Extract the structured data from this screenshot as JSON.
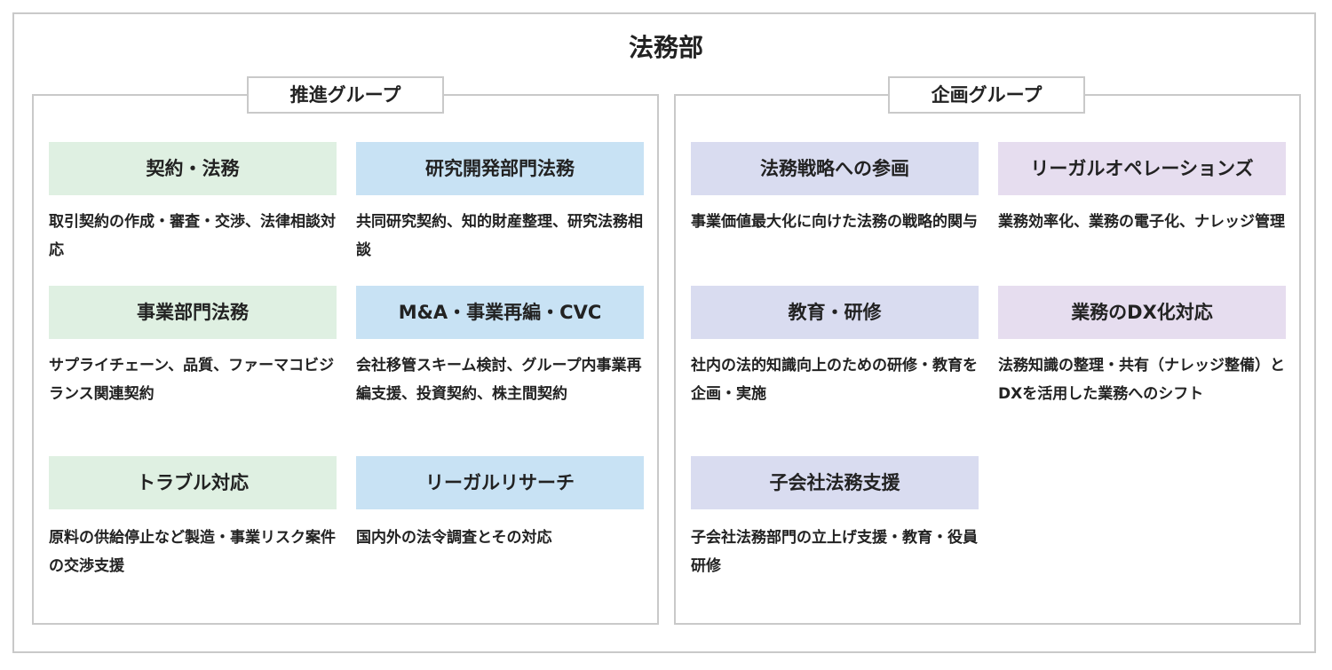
{
  "department": "法務部",
  "colors": {
    "border": "#c9c9c9",
    "green": "#dff0e2",
    "blue": "#c8e2f4",
    "lavender": "#d9dcf0",
    "purple": "#e6ddef"
  },
  "groups": [
    {
      "name": "推進グループ",
      "cards": [
        {
          "title": "契約・法務",
          "desc": "取引契約の作成・審査・交渉、法律相談対応"
        },
        {
          "title": "研究開発部門法務",
          "desc": "共同研究契約、知的財産整理、研究法務相談"
        },
        {
          "title": "事業部門法務",
          "desc": "サプライチェーン、品質、ファーマコビジランス関連契約"
        },
        {
          "title": "M&A・事業再編・CVC",
          "desc": "会社移管スキーム検討、グループ内事業再編支援、投資契約、株主間契約"
        },
        {
          "title": "トラブル対応",
          "desc": "原料の供給停止など製造・事業リスク案件の交渉支援"
        },
        {
          "title": "リーガルリサーチ",
          "desc": "国内外の法令調査とその対応"
        }
      ]
    },
    {
      "name": "企画グループ",
      "cards": [
        {
          "title": "法務戦略への参画",
          "desc": "事業価値最大化に向けた法務の戦略的関与"
        },
        {
          "title": "リーガルオペレーションズ",
          "desc": "業務効率化、業務の電子化、ナレッジ管理"
        },
        {
          "title": "教育・研修",
          "desc": "社内の法的知識向上のための研修・教育を企画・実施"
        },
        {
          "title": "業務のDX化対応",
          "desc": "法務知識の整理・共有（ナレッジ整備）とDXを活用した業務へのシフト"
        },
        {
          "title": "子会社法務支援",
          "desc": "子会社法務部門の立上げ支援・教育・役員研修"
        }
      ]
    }
  ]
}
